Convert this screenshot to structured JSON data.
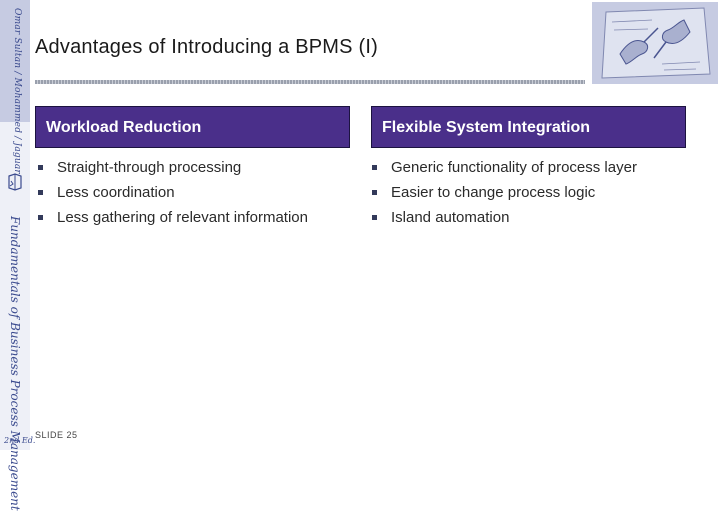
{
  "sidebar": {
    "top_label": "Omar Sultan / Mohammed / Jaguar",
    "book_title": "Fundamentals of Business Process Management",
    "edition": "2nd Ed."
  },
  "slide": {
    "title": "Advantages of Introducing a BPMS (I)",
    "left_box": {
      "heading": "Workload Reduction",
      "bullets": [
        "Straight-through processing",
        "Less coordination",
        "Less gathering of relevant information"
      ]
    },
    "right_box": {
      "heading": "Flexible System Integration",
      "bullets": [
        "Generic functionality of process layer",
        "Easier to change process logic",
        "Island automation"
      ]
    },
    "slide_number": "SLIDE 25"
  },
  "colors": {
    "box_fill": "#4a2f8a",
    "sidebar_header": "#c6cbe2",
    "sidebar_text": "#3a4a8e"
  },
  "icons": {
    "sidebar_icon": "book-hand-icon",
    "corner_image": "drawing-hands-illustration",
    "bullet": "square-bullet-icon"
  }
}
